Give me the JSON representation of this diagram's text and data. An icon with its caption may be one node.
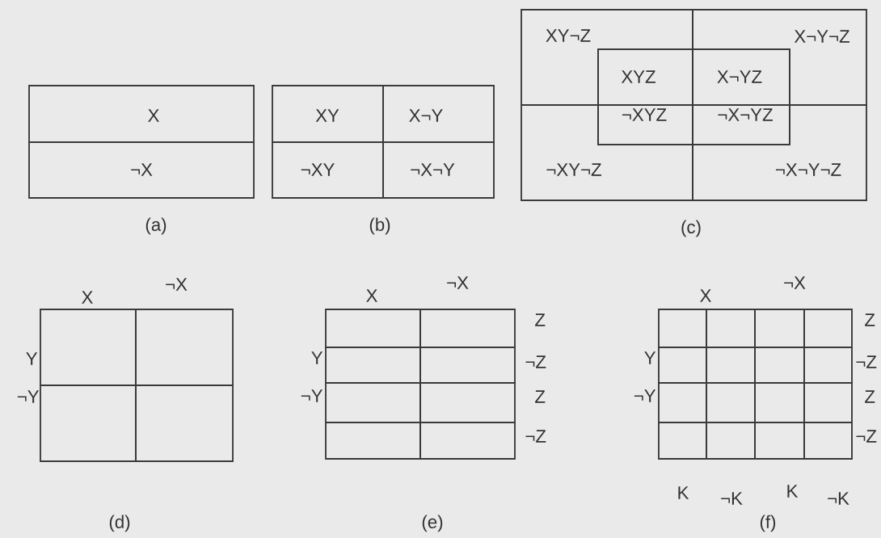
{
  "diagram": {
    "nodes": [
      {
        "text": [
          "X"
        ]
      },
      {
        "text": [
          "¬X"
        ]
      },
      {
        "text": [
          "XY"
        ]
      },
      {
        "text": [
          "X¬Y"
        ]
      },
      {
        "text": [
          "¬XY"
        ]
      },
      {
        "text": [
          "¬X¬Y"
        ]
      },
      {
        "text": [
          "XY¬Z"
        ]
      },
      {
        "text": [
          "X¬Y¬Z"
        ]
      },
      {
        "text": [
          "¬XY¬Z"
        ]
      },
      {
        "text": [
          "¬X¬Y¬Z"
        ]
      },
      {
        "text": [],
        "shape": "box"
      },
      {
        "text": [
          "XYZ"
        ]
      },
      {
        "text": [
          "X¬YZ"
        ]
      },
      {
        "text": [
          "¬XYZ"
        ]
      },
      {
        "text": [
          "¬X¬YZ"
        ]
      },
      {
        "text": [],
        "shape": "box"
      },
      {
        "text": [],
        "shape": "box"
      },
      {
        "text": [],
        "shape": "box"
      },
      {
        "text": [],
        "shape": "box"
      },
      {
        "text": [],
        "shape": "box"
      },
      {
        "text": [],
        "shape": "box"
      },
      {
        "text": [],
        "shape": "box"
      },
      {
        "text": [],
        "shape": "box"
      },
      {
        "text": [],
        "shape": "box"
      },
      {
        "text": [],
        "shape": "box"
      },
      {
        "text": [],
        "shape": "box"
      },
      {
        "text": [],
        "shape": "box"
      },
      {
        "text": [],
        "shape": "box"
      },
      {
        "text": [],
        "shape": "box"
      },
      {
        "text": [],
        "shape": "box"
      },
      {
        "text": [],
        "shape": "box"
      },
      {
        "text": [],
        "shape": "box"
      },
      {
        "text": [],
        "shape": "box"
      },
      {
        "text": [],
        "shape": "box"
      },
      {
        "text": [],
        "shape": "box"
      },
      {
        "text": [],
        "shape": "box"
      },
      {
        "text": [],
        "shape": "box"
      },
      {
        "text": [],
        "shape": "box"
      },
      {
        "text": [],
        "shape": "box"
      },
      {
        "text": [],
        "shape": "box"
      },
      {
        "text": [],
        "shape": "box"
      },
      {
        "text": [],
        "shape": "box"
      },
      {
        "text": [],
        "shape": "box"
      }
    ],
    "labels": [
      "(a)",
      "(b)",
      "(c)",
      "X",
      "¬X",
      "Y",
      "¬Y",
      "(d)",
      "X",
      "¬X",
      "Z",
      "Y",
      "¬Z",
      "¬Y",
      "Z",
      "¬Z",
      "(e)",
      "X",
      "¬X",
      "Z",
      "Y",
      "¬Z",
      "¬Y",
      "Z",
      "¬Z",
      "K",
      "¬K",
      "K",
      "¬K",
      "(f)"
    ]
  }
}
